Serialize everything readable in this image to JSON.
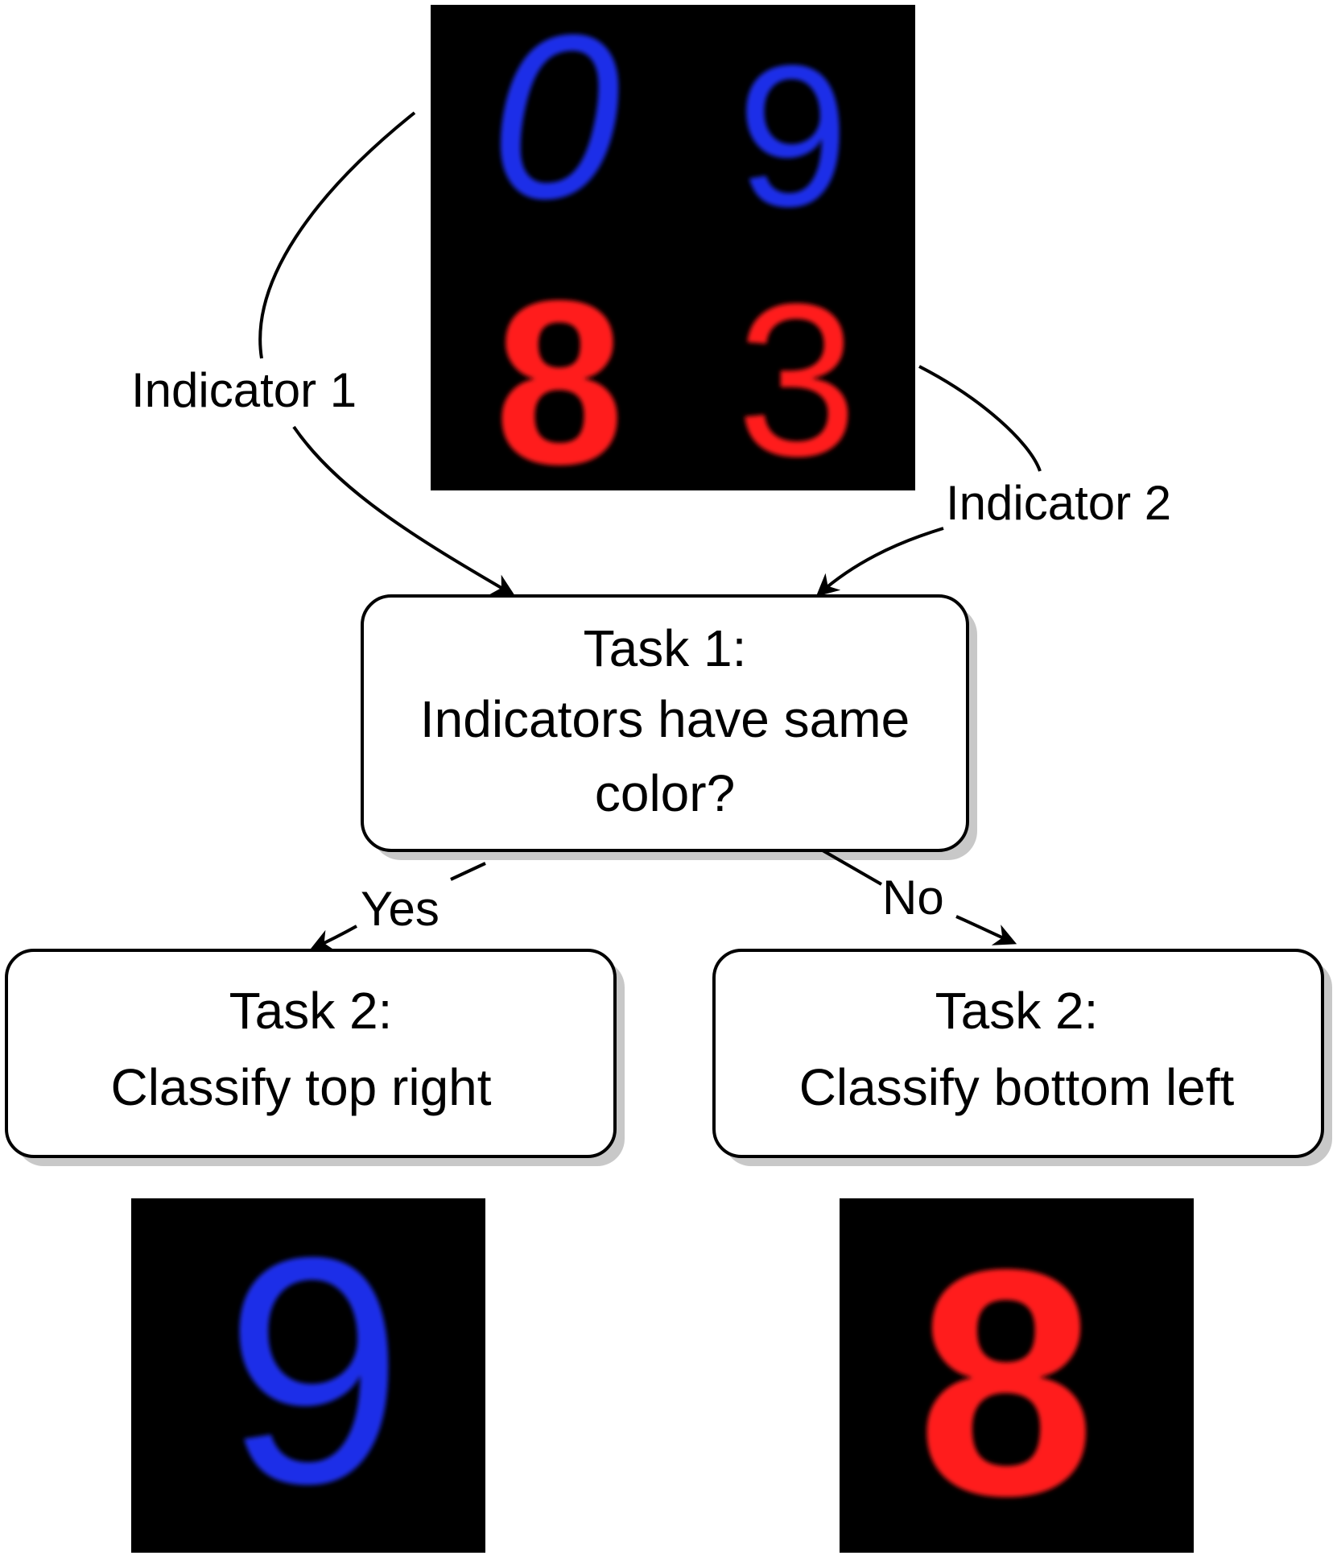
{
  "colors": {
    "background": "#ffffff",
    "image_bg": "#000000",
    "digit_blue": "#1f2fe8",
    "digit_red": "#ff1a1a",
    "box_border": "#000000",
    "box_shadow": "#c8c8c8",
    "box_fill": "#ffffff"
  },
  "source_image": {
    "top_left_digit": "0",
    "top_right_digit": "9",
    "bottom_left_digit": "8",
    "bottom_right_digit": "3"
  },
  "labels": {
    "indicator_1": "Indicator 1",
    "indicator_2": "Indicator 2",
    "yes": "Yes",
    "no": "No"
  },
  "task1": {
    "line1": "Task 1:",
    "line2": "Indicators have same",
    "line3": "color?"
  },
  "task2_left": {
    "line1": "Task 2:",
    "line2": "Classify top right"
  },
  "task2_right": {
    "line1": "Task 2:",
    "line2": "Classify bottom left"
  },
  "result_left": {
    "digit": "9"
  },
  "result_right": {
    "digit": "8"
  },
  "icons": {
    "arrowheads": "arrow-head-icon"
  }
}
